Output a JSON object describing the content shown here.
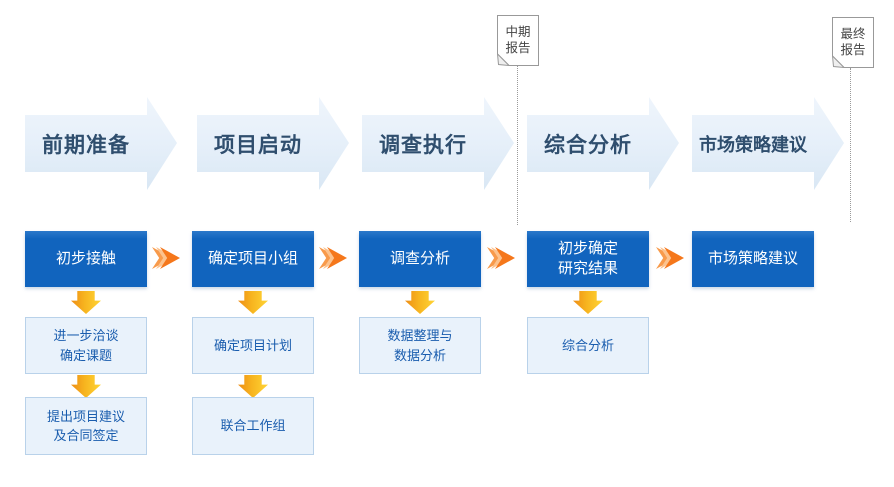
{
  "diagram": {
    "phases": [
      {
        "label": "前期准备"
      },
      {
        "label": "项目启动"
      },
      {
        "label": "调查执行"
      },
      {
        "label": "综合分析"
      },
      {
        "label": "市场策略建议"
      }
    ],
    "reports": [
      {
        "label": "中期\n报告"
      },
      {
        "label": "最终\n报告"
      }
    ],
    "steps": [
      {
        "title": "初步接触",
        "subs": [
          "进一步洽谈\n确定课题",
          "提出项目建议\n及合同签定"
        ]
      },
      {
        "title": "确定项目小组",
        "subs": [
          "确定项目计划",
          "联合工作组"
        ]
      },
      {
        "title": "调查分析",
        "subs": [
          "数据整理与\n数据分析"
        ]
      },
      {
        "title": "初步确定\n研究结果",
        "subs": [
          "综合分析"
        ]
      },
      {
        "title": "市场策略建议",
        "subs": []
      }
    ],
    "colors": {
      "phase_fill": "#e6eff8",
      "phase_text": "#2f4e6e",
      "step_fill": "#1164be",
      "step_text": "#ffffff",
      "sub_fill": "#e9f2fb",
      "sub_border": "#b9d2ea",
      "sub_text": "#1a5dae",
      "chevron_orange": "#f5771b",
      "chevron_orange_light": "#fcc28d",
      "arrow_yellow_start": "#ee8d15",
      "arrow_yellow_end": "#ffd435",
      "note_border": "#999999",
      "note_text": "#444444"
    }
  }
}
